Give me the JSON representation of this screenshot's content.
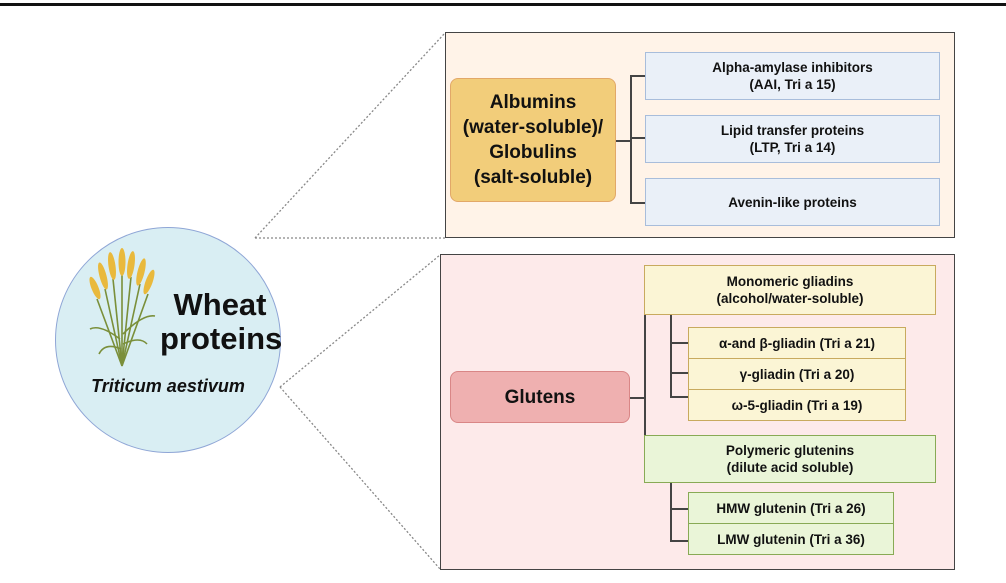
{
  "center": {
    "title": "Wheat proteins",
    "title_line1": "Wheat",
    "title_line2": "proteins",
    "species": "Triticum aestivum",
    "icon": "wheat-plant-icon"
  },
  "top_panel": {
    "category": {
      "line1": "Albumins",
      "line2": "(water-soluble)/",
      "line3": "Globulins",
      "line4": "(salt-soluble)"
    },
    "items": [
      {
        "line1": "Alpha-amylase inhibitors",
        "line2": "(AAI, Tri a 15)"
      },
      {
        "line1": "Lipid transfer proteins",
        "line2": "(LTP, Tri a 14)"
      },
      {
        "line1": "Avenin-like proteins",
        "line2": ""
      }
    ]
  },
  "bottom_panel": {
    "category": "Glutens",
    "groups": [
      {
        "line1": "Monomeric gliadins",
        "line2": "(alcohol/water-soluble)",
        "items": [
          "α-and β-gliadin (Tri a 21)",
          "γ-gliadin (Tri a 20)",
          "ω-5-gliadin (Tri a 19)"
        ]
      },
      {
        "line1": "Polymeric glutenins",
        "line2": "(dilute acid soluble)",
        "items": [
          "HMW glutenin (Tri a 26)",
          "LMW glutenin (Tri a 36)"
        ]
      }
    ]
  },
  "colors": {
    "circle_fill": "#d9eef3",
    "albumins_fill": "#f2cd7a",
    "top_panel_fill": "#fff3e8",
    "bottom_panel_fill": "#fdeaea",
    "glutens_fill": "#efb0b0",
    "blue_box": "#eaf0f8",
    "gliadin_box": "#fbf5d5",
    "glutenin_box": "#eaf5d8"
  }
}
